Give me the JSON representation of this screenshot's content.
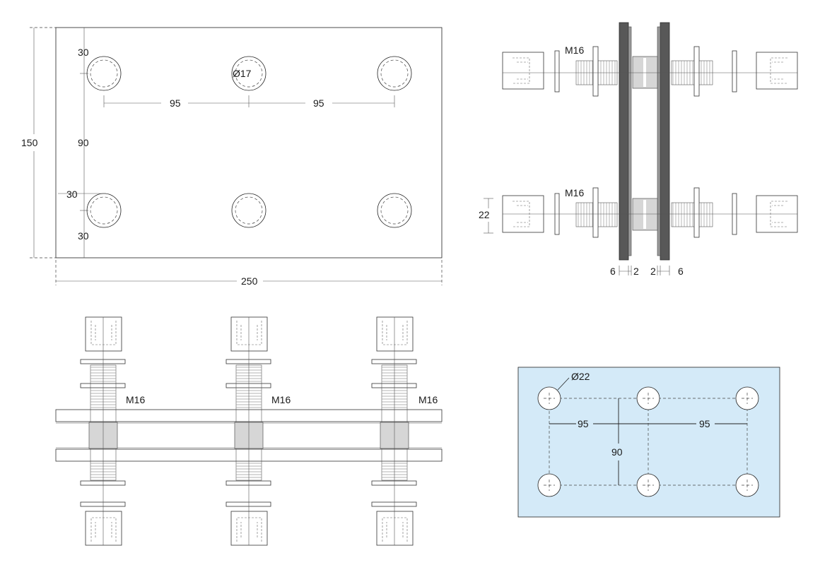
{
  "plate_top_view": {
    "width_dim": "250",
    "height_dim": "150",
    "edge_top": "30",
    "edge_left": "30",
    "edge_bottom": "30",
    "row_spacing": "90",
    "col_spacing_1": "95",
    "col_spacing_2": "95",
    "hole_label": "Ø17"
  },
  "side_section": {
    "bolt_top": "M16",
    "bolt_bottom": "M16",
    "spacer_height": "22",
    "glass_left": "6",
    "gap_left": "2",
    "gap_right": "2",
    "glass_right": "6"
  },
  "front_section": {
    "bolt_labels": [
      "M16",
      "M16",
      "M16"
    ]
  },
  "drilling_template": {
    "hole_label": "Ø22",
    "col_spacing_1": "95",
    "col_spacing_2": "95",
    "row_spacing": "90",
    "background": "#d4eaf8"
  }
}
